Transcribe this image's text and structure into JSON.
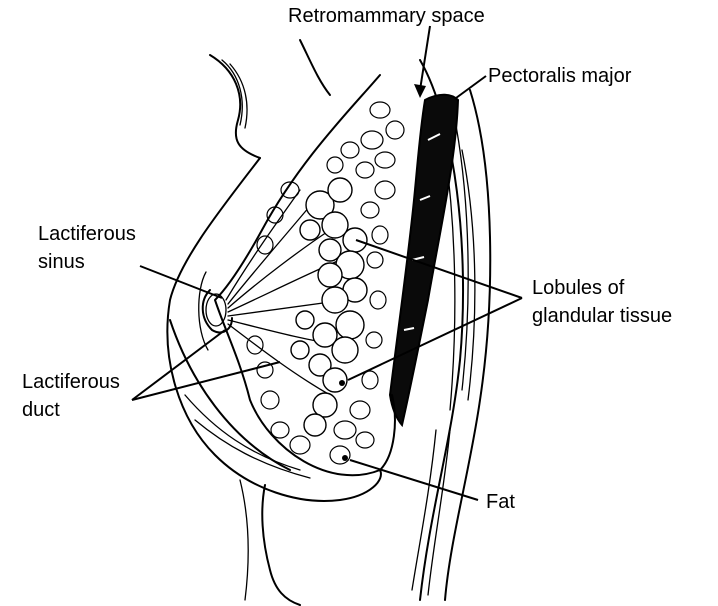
{
  "labels": {
    "retromammary": "Retromammary space",
    "pectoralis": "Pectoralis major",
    "sinus_line1": "Lactiferous",
    "sinus_line2": "sinus",
    "lobules_line1": "Lobules of",
    "lobules_line2": "glandular tissue",
    "duct_line1": "Lactiferous",
    "duct_line2": "duct",
    "fat": "Fat"
  },
  "colors": {
    "ink": "#000000",
    "paper": "#ffffff",
    "muscle_fill": "#0a0a0a"
  }
}
